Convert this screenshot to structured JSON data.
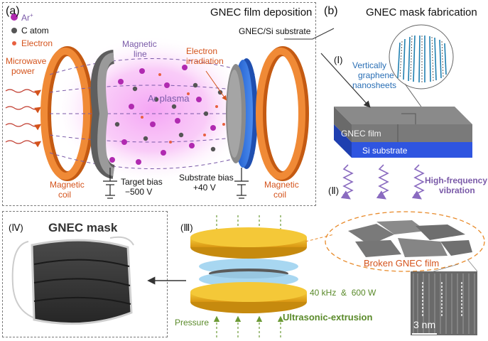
{
  "panel_a": {
    "letter": "(a)",
    "title": "GNEC film deposition",
    "legend": {
      "ar": "Ar",
      "ar_sup": "+",
      "c_atom": "C atom",
      "electron": "Electron"
    },
    "microwave_line1": "Microwave",
    "microwave_line2": "power",
    "magnetic_line1": "Magnetic",
    "magnetic_line2": "line",
    "electron_irr1": "Electron",
    "electron_irr2": "irradiation",
    "ar_plasma": "Ar plasma",
    "substrate_label": "GNEC/Si substrate",
    "target_bias1": "Target bias",
    "target_bias2": "−500 V",
    "substrate_bias1": "Substrate bias",
    "substrate_bias2": "+40 V",
    "coil_left1": "Magnetic",
    "coil_left2": "coil",
    "coil_right1": "Magnetic",
    "coil_right2": "coil"
  },
  "panel_b": {
    "letter": "(b)",
    "title": "GNEC mask fabrication",
    "step1": "(Ⅰ)",
    "step2": "(Ⅱ)",
    "vertical1": "Vertically",
    "vertical2": "graphene",
    "vertical3": "nanosheets",
    "gnec_film": "GNEC film",
    "si_substrate": "Si substrate",
    "hf1": "High-frequency",
    "hf2": "vibration",
    "broken": "Broken GNEC film",
    "scale": "3 nm"
  },
  "panel_c": {
    "step3": "(Ⅲ)",
    "params": "40 kHz  &  600 W",
    "pressure": "Pressure",
    "ultrasonic": "Ultrasonic-extrusion"
  },
  "panel_d": {
    "step4": "(Ⅳ)",
    "title": "GNEC mask"
  },
  "colors": {
    "coil": "#e8762a",
    "target": "#8a8a8a",
    "substrate_blue": "#2f6fd6",
    "plasma": "#f07cf0",
    "ar_ion": "#b02ab0",
    "c_atom": "#555555",
    "electron": "#e86040",
    "vibration": "#8a6bc0",
    "plate": "#e8b21c",
    "film_grey": "#6d6d6d"
  }
}
